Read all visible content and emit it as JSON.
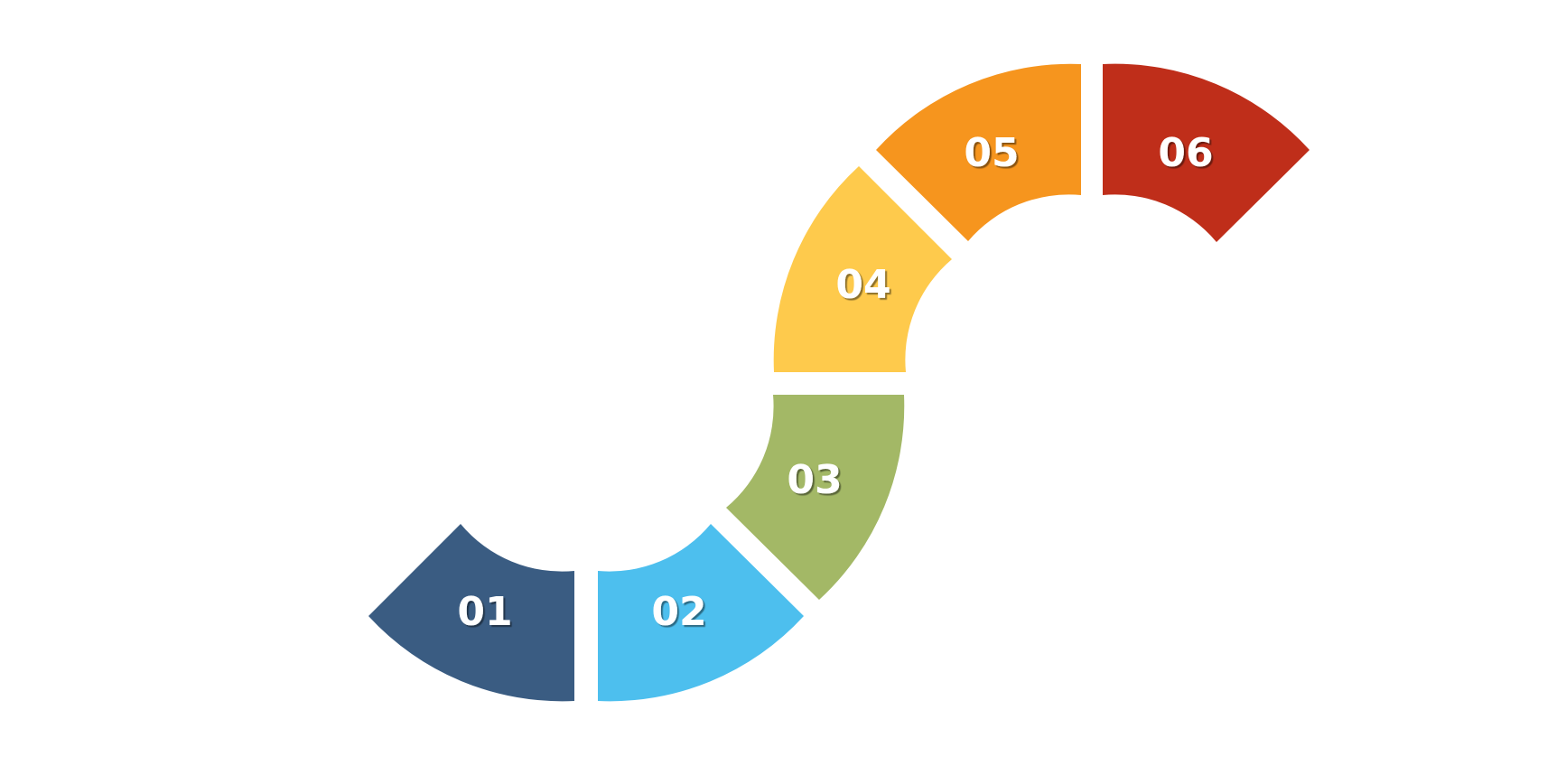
{
  "segments": [
    {
      "label": "01",
      "color": "#3A5C82"
    },
    {
      "label": "02",
      "color": "#4DBFEE"
    },
    {
      "label": "03",
      "color": "#A3B866"
    },
    {
      "label": "04",
      "color": "#FECA4C"
    },
    {
      "label": "05",
      "color": "#F6951E"
    },
    {
      "label": "06",
      "color": "#BF2E1A"
    }
  ]
}
